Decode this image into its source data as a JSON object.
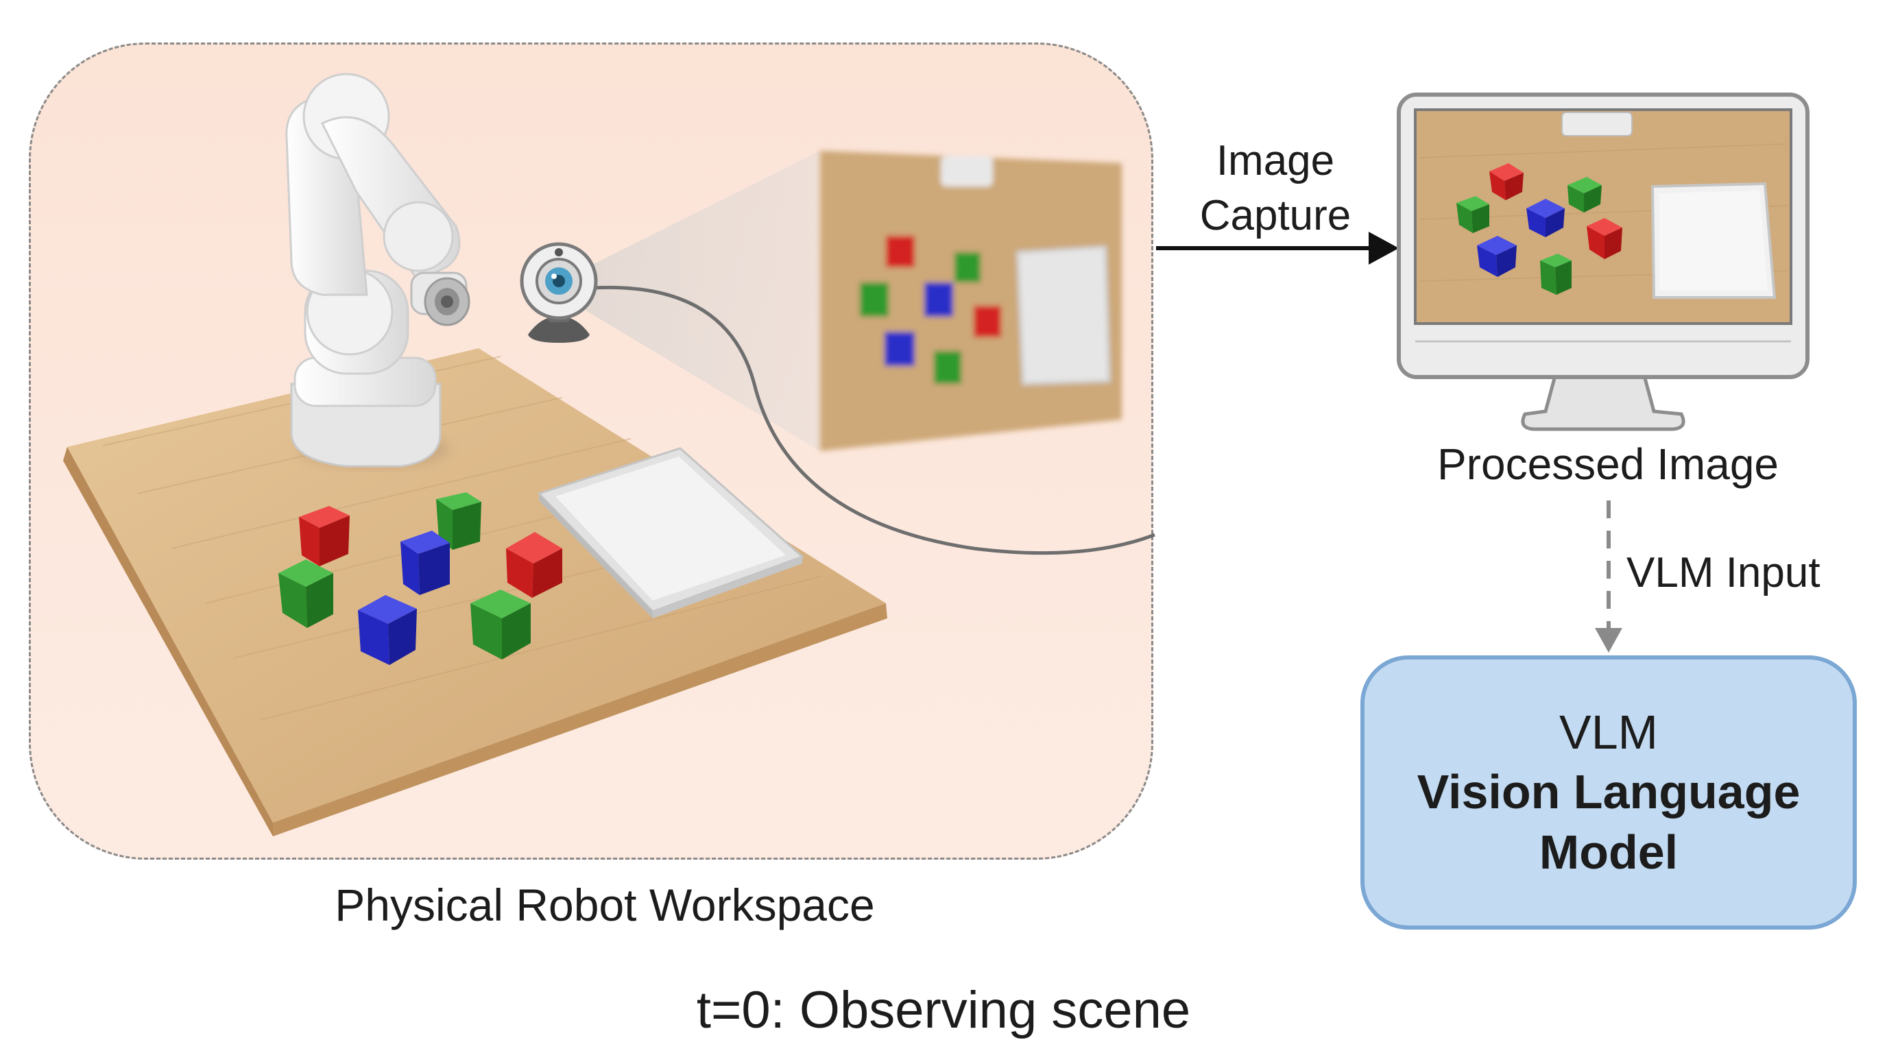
{
  "workspace": {
    "caption": "Physical Robot Workspace"
  },
  "capture_arrow": {
    "label": "Image\nCapture"
  },
  "monitor": {
    "caption": "Processed Image"
  },
  "vlm_input": {
    "label": "VLM Input"
  },
  "vlm_box": {
    "title": "VLM",
    "subtitle": "Vision Language Model"
  },
  "frame": {
    "caption": "t=0: Observing scene"
  },
  "colors": {
    "workspace_bg": "#fbe3d6",
    "table_wood": "#d9b587",
    "cube_red": "#d42020",
    "cube_green": "#2f9a2f",
    "cube_blue": "#2b2fc8",
    "vlm_fill": "#c2daf2",
    "vlm_border": "#7ba7d4"
  },
  "icons": [
    "robot-arm-icon",
    "webcam-icon",
    "monitor-icon",
    "arrow-right-icon",
    "arrow-down-icon"
  ]
}
